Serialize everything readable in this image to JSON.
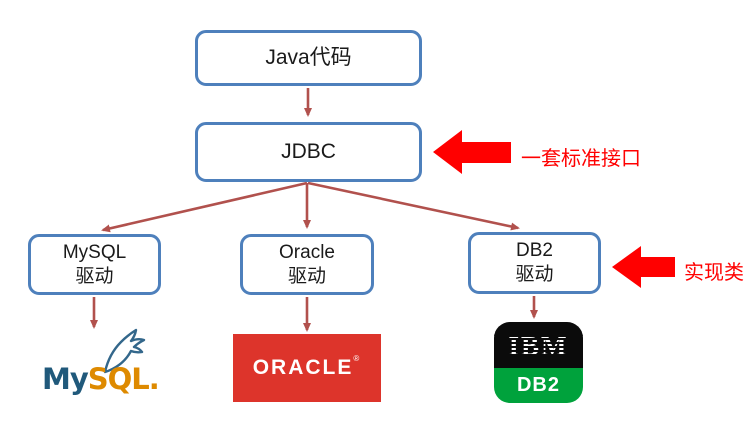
{
  "colors": {
    "box_border": "#4E80BC",
    "connector": "#B1514D",
    "highlight": "#FF0000",
    "oracle_red": "#DD342B",
    "ibm_black": "#0B0B0B",
    "db2_green": "#00A23C",
    "mysql_blue": "#20597B",
    "mysql_orange": "#DE8A00"
  },
  "boxes": {
    "java": {
      "label": "Java代码"
    },
    "jdbc": {
      "label": "JDBC"
    },
    "mysql_driver": {
      "line1": "MySQL",
      "line2": "驱动"
    },
    "oracle_driver": {
      "line1": "Oracle",
      "line2": "驱动"
    },
    "db2_driver": {
      "line1": "DB2",
      "line2": "驱动"
    }
  },
  "annotations": {
    "jdbc_note": "一套标准接口",
    "driver_note": "实现类"
  },
  "logos": {
    "mysql": {
      "part1": "My",
      "part2": "SQL",
      "part3": ".",
      "icon": "mysql-dolphin-icon"
    },
    "oracle": {
      "text": "ORACLE",
      "reg": "®"
    },
    "ibm_db2": {
      "top": "IBM",
      "bottom": "DB2"
    }
  }
}
